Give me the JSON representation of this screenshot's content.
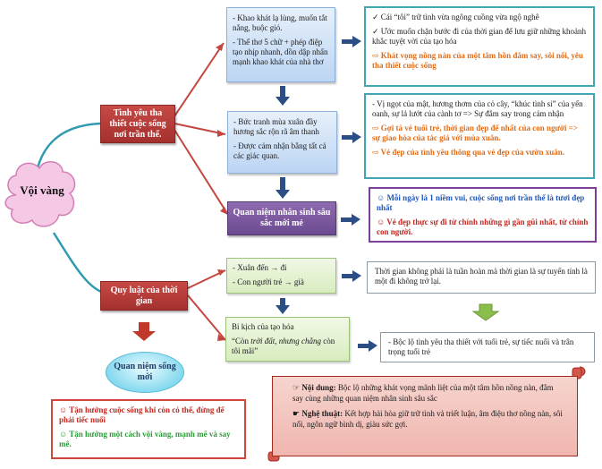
{
  "center": {
    "label": "Vội vàng"
  },
  "branch1": {
    "label": "Tình yêu tha thiết cuộc sống nơi trần thế.",
    "detail1": {
      "items": [
        "- Khao khát lạ lùng, muốn tắt nắng, buộc gió.",
        "- Thể thơ 5 chữ + phép điệp tạo nhịp nhanh, dồn dập nhấn mạnh khao khát của nhà thơ"
      ],
      "notes": [
        "✓ Cái “tôi” trữ tình vừa ngông cuồng vừa ngộ nghê",
        "✓ Ước muốn chặn bước đi của thời gian để lưu giữ những khoảnh khắc tuyệt vời của tạo hóa"
      ],
      "highlight": "⇨ Khát vọng nồng nàn của một tâm hồn đắm say, sôi nổi, yêu tha thiết cuộc sống"
    },
    "detail2": {
      "items": [
        "- Bức tranh mùa xuân đầy hương sắc rộn rã âm thanh",
        "- Được cảm nhận bằng tất cả các giác quan."
      ],
      "note": "- Vị ngọt của mật, hương thơm của cỏ cây, “khúc tình si” của yến oanh, sự lả lướt của cành tơ => Sự đắm say trong cảm nhận",
      "highlights": [
        "⇨ Gợi tả vẻ tuổi trẻ, thời gian đẹp để nhất của con người => sự giao hòa của tác giả với mùa xuân.",
        "⇨ Vẻ đẹp của tình yêu thông qua vẻ đẹp của vườn xuân."
      ]
    },
    "outlook": {
      "label": "Quan niệm nhân sinh sâu sắc mới mẻ",
      "points": [
        "☺ Mỗi ngày là 1 niềm vui, cuộc sống nơi trần thế là tươi đẹp nhất",
        "☺ Vẻ đẹp thực sự đi từ chính những gì gần gũi nhất, từ chính con người."
      ]
    }
  },
  "branch2": {
    "label": "Quy luật của thời gian",
    "detail1": {
      "items": [
        "- Xuân đến → đi",
        "- Con người trẻ → già"
      ]
    },
    "detail1_note": "Thời gian không phải là tuần hoàn mà thời gian là sự tuyến tính là một đi không trở lại.",
    "detail2": {
      "line1": "Bi kịch của tạo hóa",
      "quote_open": "“Còn ",
      "quote_italic": "trời đất, nhưng chẳng",
      "quote_close": "còn tôi mãi”"
    },
    "detail2_note": "- Bộc lộ tình yêu tha thiết với tuổi trẻ, sự tiếc nuối và trân trọng tuổi trẻ",
    "new_outlook": {
      "label": "Quan niệm sống mới",
      "points": [
        "☺ Tận hưởng cuộc sống khi còn có thể, đừng để phải tiếc nuối",
        "☺ Tận hưởng một cách vội vàng, mạnh mẽ và say mê."
      ]
    }
  },
  "summary": {
    "content_label": "Nội dung:",
    "content_text": "Bộc lộ những khát vọng mãnh liệt của một tâm hồn nồng nàn, đắm say cùng những quan niệm nhân sinh sâu sắc",
    "art_label": "Nghệ thuật:",
    "art_text": "Kết hợp hài hòa giữ trữ tình và triết luận, âm điệu thơ nồng nàn, sôi nổi, ngôn ngữ bình dị, giàu sức gợi.",
    "pointer_icon": "hand-pointer-icon"
  },
  "colors": {
    "red_box": "#b03b37",
    "purple_box": "#7a57a0",
    "teal_border": "#41a7b6",
    "violet_border": "#7b3d97",
    "orange_text": "#e26c16",
    "blue_text": "#1f57b8",
    "red_text": "#c0271f",
    "green_text": "#2c9a3a",
    "arrow_blue": "#2b4e86",
    "arrow_green": "#8bbd4d"
  }
}
